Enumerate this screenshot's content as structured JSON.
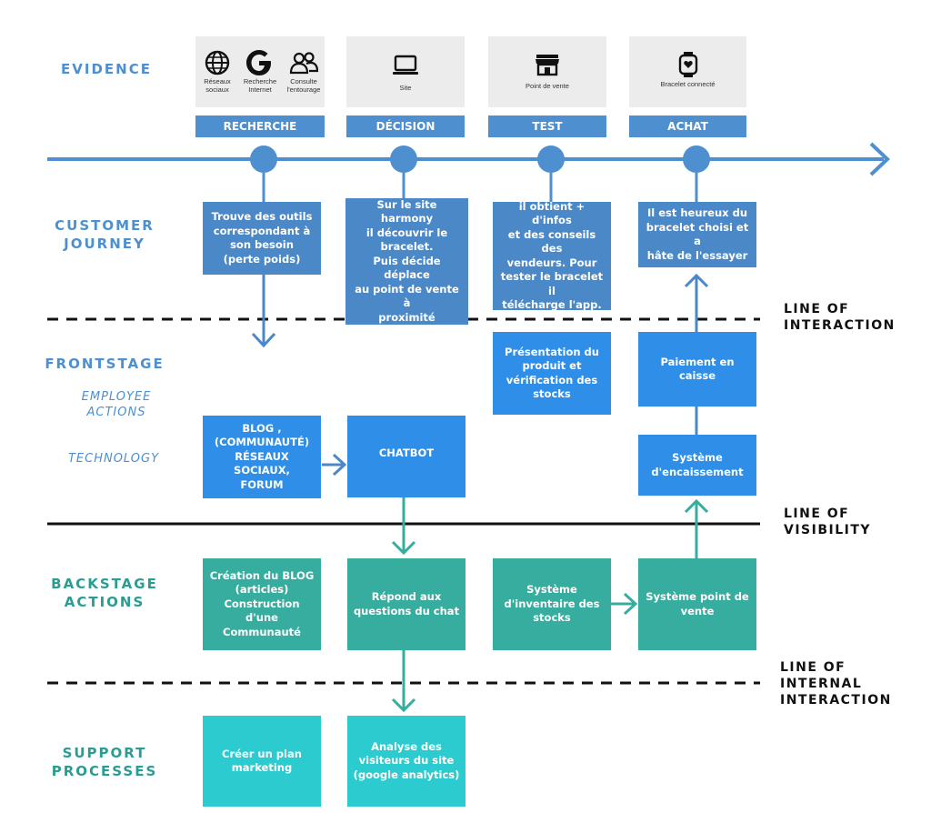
{
  "lanes": {
    "evidence": "EVIDENCE",
    "customer_journey": "CUSTOMER\nJOURNEY",
    "frontstage": "FRONTSTAGE",
    "employee_actions": "EMPLOYEE\nACTIONS",
    "technology": "TECHNOLOGY",
    "backstage_actions": "BACKSTAGE\nACTIONS",
    "support_processes": "SUPPORT\nPROCESSES"
  },
  "lines": {
    "interaction": "LINE OF\nINTERACTION",
    "visibility": "LINE OF\nVISIBILITY",
    "internal_interaction": "LINE OF\nINTERNAL\nINTERACTION"
  },
  "evidence": {
    "recherche_items": [
      {
        "icon": "globe-icon",
        "caption": "Réseaux\nsociaux"
      },
      {
        "icon": "google-icon",
        "caption": "Recherche\nInternet"
      },
      {
        "icon": "people-icon",
        "caption": "Consulte\nl'entourage"
      }
    ],
    "decision": {
      "icon": "laptop-icon",
      "caption": "Site"
    },
    "test": {
      "icon": "store-icon",
      "caption": "Point de vente"
    },
    "achat": {
      "icon": "smartwatch-icon",
      "caption": "Bracelet connecté"
    }
  },
  "phases": [
    "RECHERCHE",
    "DÉCISION",
    "TEST",
    "ACHAT"
  ],
  "customer_journey": [
    "Trouve des outils\ncorrespondant à\nson besoin\n(perte poids)",
    "Sur le site harmony\nil découvrir le\nbracelet.\nPuis décide déplace\nau point de vente à\nproximité",
    "il obtient + d'infos\net des conseils des\nvendeurs. Pour\ntester le bracelet il\ntélécharge l'app.",
    "Il est heureux du\nbracelet choisi et a\nhâte de l'essayer"
  ],
  "frontstage": {
    "employee_test": "Présentation du\nproduit et\nvérification des\nstocks",
    "employee_achat": "Paiement en caisse",
    "tech_recherche": "BLOG ,\n(COMMUNAUTÉ)\nRÉSEAUX\nSOCIAUX,\nFORUM",
    "tech_decision": "CHATBOT",
    "tech_achat": "Système\nd'encaissement"
  },
  "backstage": [
    "Création du BLOG\n(articles)\nConstruction d'une\nCommunauté",
    "Répond aux\nquestions du chat",
    "Système\nd'inventaire des\nstocks",
    "Système point de\nvente"
  ],
  "support": [
    "Créer un plan\nmarketing",
    "Analyse des\nvisiteurs du site\n(google analytics)"
  ],
  "colors": {
    "timeline": "#4d8fcf",
    "customer_journey": "#4b88c7",
    "frontstage": "#2e8ee8",
    "backstage": "#36ad9f",
    "support": "#2ccbcf"
  }
}
